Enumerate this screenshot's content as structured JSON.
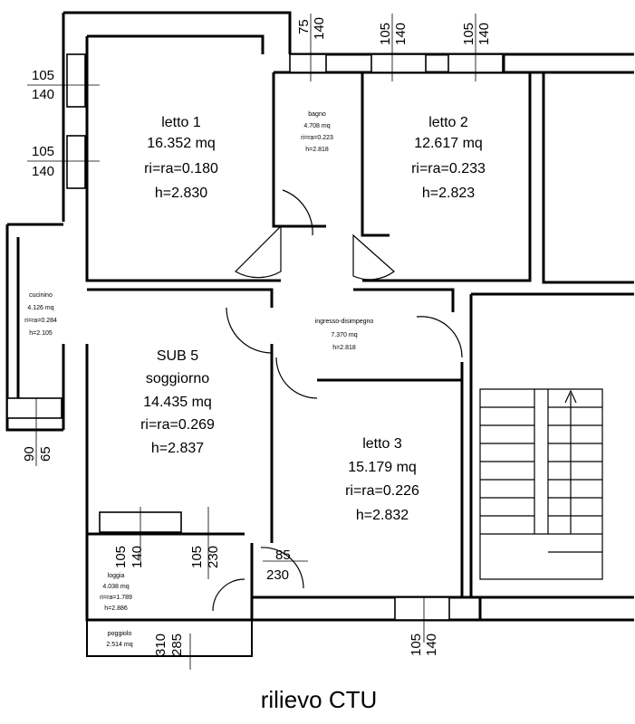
{
  "title": "rilievo CTU",
  "rooms": {
    "letto1": {
      "name": "letto 1",
      "area": "16.352 mq",
      "ratio": "ri=ra=0.180",
      "height": "h=2.830"
    },
    "letto2": {
      "name": "letto 2",
      "area": "12.617 mq",
      "ratio": "ri=ra=0.233",
      "height": "h=2.823"
    },
    "bagno": {
      "name": "bagno",
      "area": "4.708 mq",
      "ratio": "ri=ra=0.223",
      "height": "h=2.818"
    },
    "cucinino": {
      "name": "cucinino",
      "area": "4.126 mq",
      "ratio": "ri=ra=0.284",
      "height": "h=2.105"
    },
    "soggiorno": {
      "sub": "SUB 5",
      "name": "soggiorno",
      "area": "14.435 mq",
      "ratio": "ri=ra=0.269",
      "height": "h=2.837"
    },
    "ingresso": {
      "name": "ingresso-disimpegno",
      "area": "7.370 mq",
      "height": "h=2.818"
    },
    "letto3": {
      "name": "letto 3",
      "area": "15.179 mq",
      "ratio": "ri=ra=0.226",
      "height": "h=2.832"
    },
    "loggia": {
      "name": "loggia",
      "area": "4.038 mq",
      "ratio": "ri=ra=1.789",
      "height": "h=2.886"
    },
    "poggiolo": {
      "name": "poggiolo",
      "area": "2.514 mq"
    }
  },
  "dimensions": {
    "left_top": {
      "top": "105",
      "bottom": "140"
    },
    "left_mid": {
      "top": "105",
      "bottom": "140"
    },
    "top_75": {
      "a": "75",
      "b": "140"
    },
    "top_bagno": {
      "a": "105",
      "b": "140"
    },
    "top_letto2": {
      "a": "105",
      "b": "140"
    },
    "kitchen_low": {
      "a": "90",
      "b": "65"
    },
    "loggia_left": {
      "a": "105",
      "b": "140"
    },
    "loggia_right": {
      "a": "105",
      "b": "230"
    },
    "door_85": {
      "top": "85",
      "bottom": "230"
    },
    "poggiolo": {
      "a": "310",
      "b": "285"
    },
    "letto3_bottom": {
      "a": "105",
      "b": "140"
    }
  }
}
